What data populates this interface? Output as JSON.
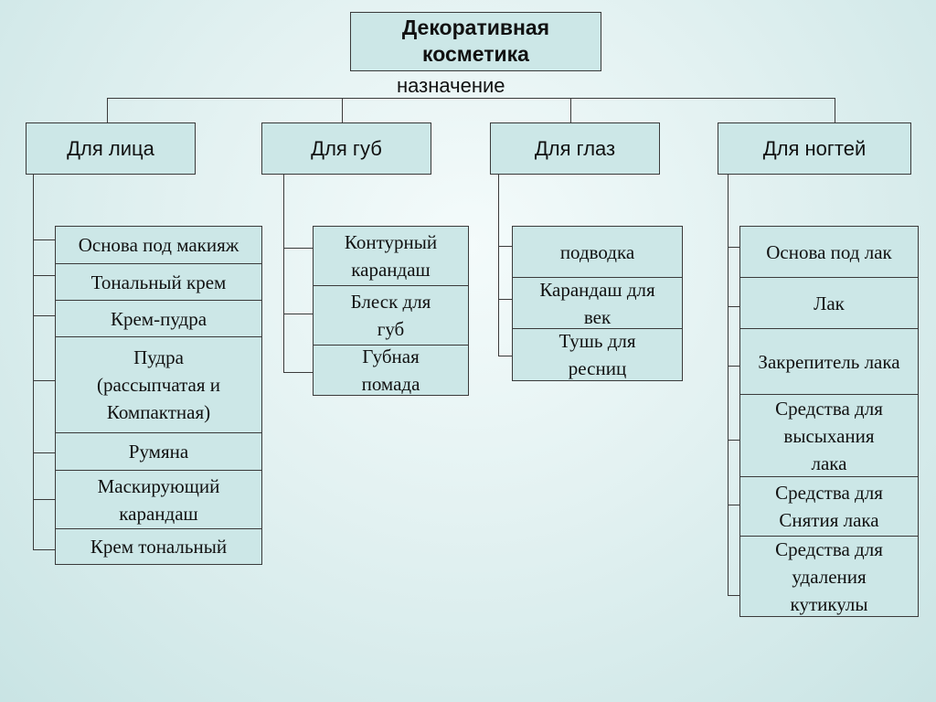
{
  "title": "Декоративная\nкосметика",
  "caption": "назначение",
  "categories": [
    {
      "label": "Для лица",
      "items": [
        "Основа под макияж",
        "Тональный крем",
        "Крем-пудра",
        "Пудра\n(рассыпчатая и\nКомпактная)",
        "Румяна",
        "Маскирующий\nкарандаш",
        "Крем тональный"
      ]
    },
    {
      "label": "Для губ",
      "items": [
        "Контурный\nкарандаш",
        "Блеск для\nгуб",
        "Губная\nпомада"
      ]
    },
    {
      "label": "Для глаз",
      "items": [
        "подводка",
        "Карандаш для\nвек",
        "Тушь для\nресниц"
      ]
    },
    {
      "label": "Для ногтей",
      "items": [
        "Основа под лак",
        "Лак",
        "Закрепитель лака",
        "Средства для\nвысыхания\nлака",
        "Средства для\nСнятия лака",
        "Средства для\nудаления\nкутикулы"
      ]
    }
  ]
}
